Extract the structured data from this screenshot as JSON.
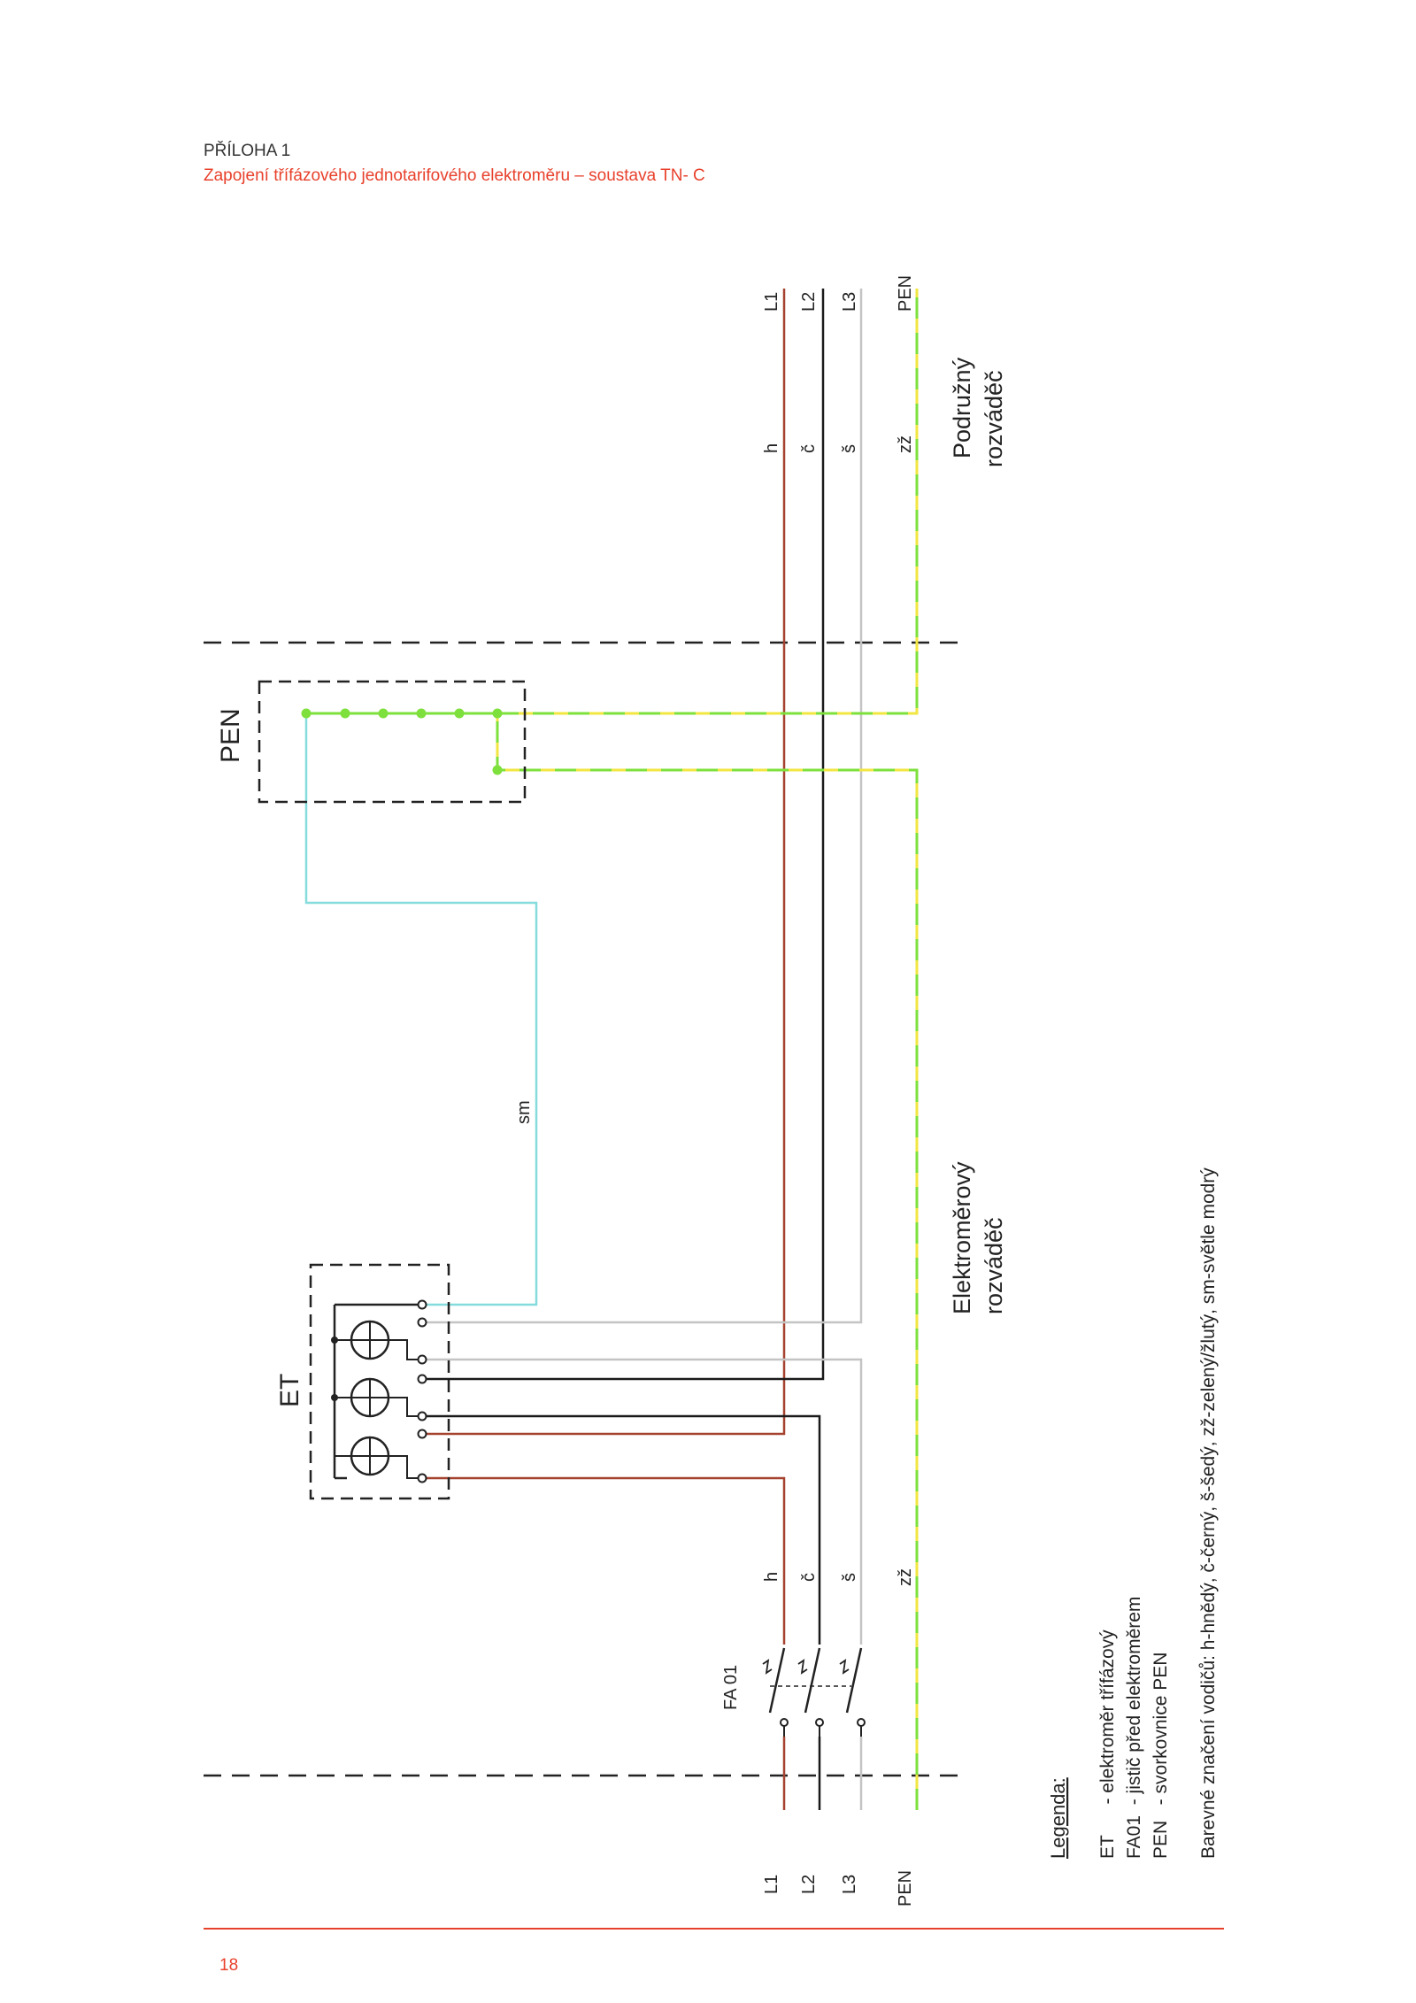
{
  "header": {
    "appendix": "PŘÍLOHA 1",
    "title": "Zapojení třífázového jednotarifového elektroměru – soustava TN- C"
  },
  "page_number": "18",
  "sections": {
    "left": "Elektroměrový rozváděč",
    "left_line1": "Elektroměrový",
    "left_line2": "rozváděč",
    "right_line1": "Podružný",
    "right_line2": "rozváděč"
  },
  "boxes": {
    "meter": "ET",
    "pen_block": "PEN"
  },
  "breaker_label": "FA 01",
  "cable_label_sm": "sm",
  "conductors": [
    {
      "name": "L1",
      "code": "h",
      "color": "#a5422f"
    },
    {
      "name": "L2",
      "code": "č",
      "color": "#1a1a1a"
    },
    {
      "name": "L3",
      "code": "š",
      "color": "#c4c4c4"
    },
    {
      "name": "PEN",
      "code": "zž",
      "color": "#7ee03c"
    }
  ],
  "pen_stripe_color": "#f2e642",
  "sm_color": "#86dcdc",
  "legend": {
    "title": "Legenda:",
    "items": [
      "ET      - elektroměr třífázový",
      "FA01  - jistič před elektroměrem",
      "PEN   - svorkovnice PEN"
    ],
    "color_note": "Barevné značení vodičů: h-hnědý, č-černý, š-šedý, zž-zelený/žlutý, sm-světle modrý"
  }
}
